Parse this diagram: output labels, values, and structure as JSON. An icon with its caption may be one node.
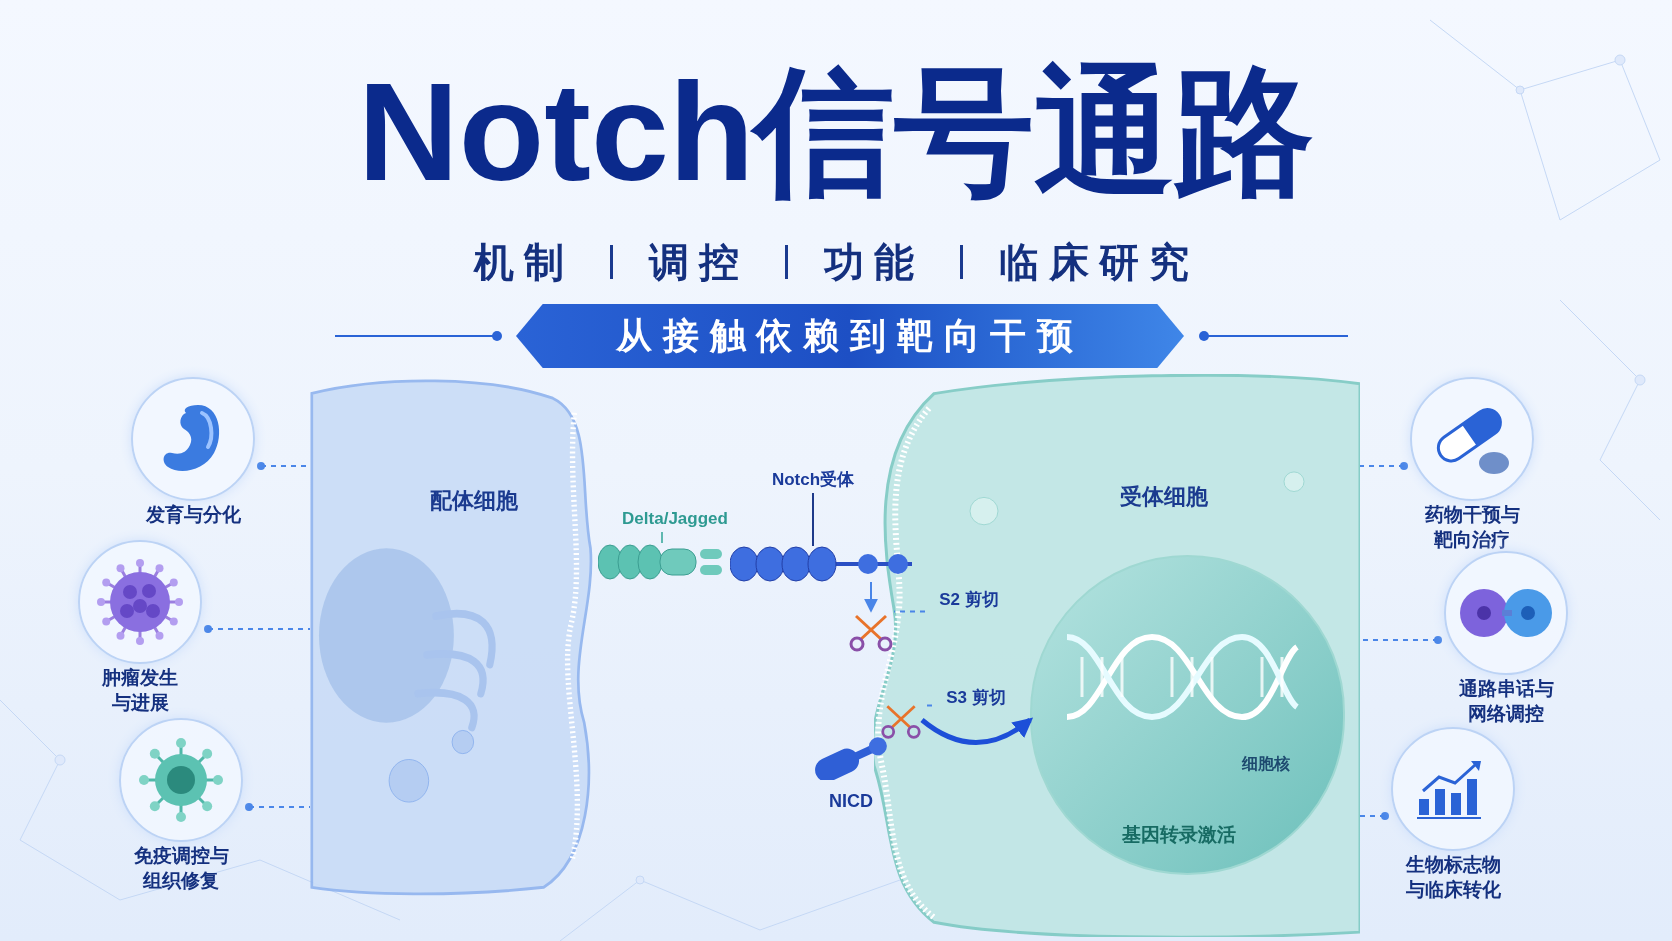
{
  "diagram": {
    "title": "Notch信号通路",
    "nodes": [
      {
        "text": [
          "从接触依赖到靶向干预"
        ]
      },
      {
        "text": [
          "配体细胞"
        ]
      },
      {
        "text": [
          "受体细胞"
        ]
      },
      {
        "text": [
          "细胞核",
          "基因转录激活"
        ],
        "in": 2
      },
      {
        "text": [
          "Delta/Jagged"
        ]
      },
      {
        "text": [],
        "shape": "picture"
      },
      {
        "text": [
          "Notch受体"
        ]
      },
      {
        "text": [],
        "shape": "picture"
      },
      {
        "text": [
          "S2 剪切"
        ],
        "in": 2
      },
      {
        "text": [],
        "shape": "picture"
      },
      {
        "text": [
          "S3 剪切"
        ],
        "in": 2
      },
      {
        "text": [],
        "shape": "picture",
        "in": 2
      },
      {
        "text": [
          "NICD"
        ]
      },
      {
        "text": [
          "发育与分化"
        ]
      },
      {
        "text": [
          "肿瘤发生与进展"
        ]
      },
      {
        "text": [
          "免疫调控与组织修复"
        ]
      },
      {
        "text": [
          "药物干预与靶向治疗"
        ]
      },
      {
        "text": [
          "通路串话与网络调控"
        ]
      },
      {
        "text": [
          "生物标志物与临床转化"
        ]
      }
    ],
    "edges": [
      {
        "from": 4,
        "to": 5,
        "arrow": "none",
        "color": "#5fb8b0"
      },
      {
        "from": 6,
        "to": 7,
        "arrow": "none",
        "color": "#1e3a8a"
      },
      {
        "from": 8,
        "to": 9,
        "arrow": "none",
        "style": "dashed"
      },
      {
        "from": 10,
        "to": 11,
        "arrow": "none",
        "style": "dashed"
      },
      {
        "from": 7,
        "to": 9,
        "arrow": "to"
      },
      {
        "from": 11,
        "to": 3,
        "arrow": "to",
        "style": "thick",
        "color": "#1d4fd8"
      },
      {
        "from": 13,
        "to": 1,
        "arrow": "other",
        "style": "dashed"
      },
      {
        "from": 14,
        "to": 1,
        "arrow": "other",
        "style": "dashed"
      },
      {
        "from": 15,
        "to": 1,
        "arrow": "other",
        "style": "dashed"
      },
      {
        "from": 16,
        "to": 2,
        "arrow": "other",
        "style": "dashed"
      },
      {
        "from": 17,
        "to": 2,
        "arrow": "other",
        "style": "dashed"
      },
      {
        "from": 18,
        "to": 2,
        "arrow": "other",
        "style": "dashed"
      }
    ],
    "labels": [
      "机制",
      "调控",
      "功能",
      "临床研究"
    ]
  }
}
